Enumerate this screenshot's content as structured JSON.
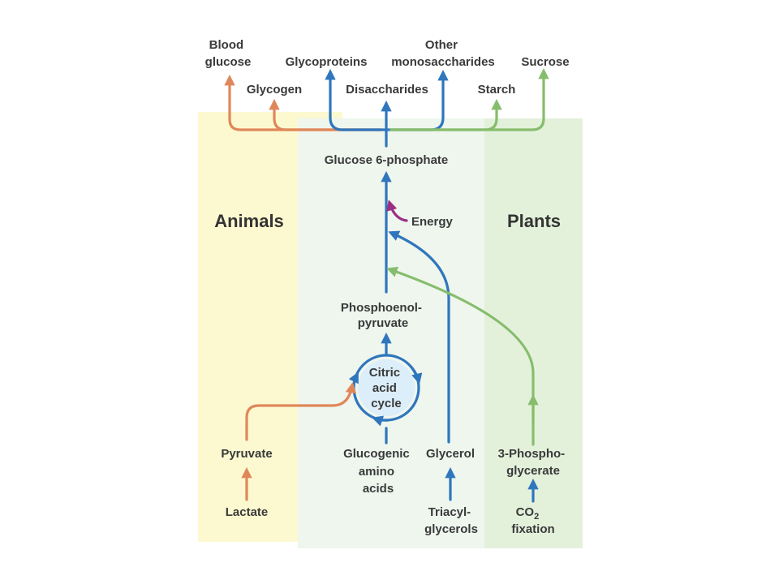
{
  "colors": {
    "animals_region": "#fcf9d0",
    "plants_region": "#e3f1db",
    "center_region": "#eef6ee",
    "orange": "#e0875a",
    "blue": "#2f76bd",
    "green": "#86bd6d",
    "purple": "#9b2f86"
  },
  "regions": {
    "animals": "Animals",
    "plants": "Plants"
  },
  "products": {
    "blood_glucose": [
      "Blood",
      "glucose"
    ],
    "glycoproteins": "Glycoproteins",
    "other_monosaccharides": [
      "Other",
      "monosaccharides"
    ],
    "sucrose": "Sucrose",
    "glycogen": "Glycogen",
    "disaccharides": "Disaccharides",
    "starch": "Starch"
  },
  "intermediates": {
    "glucose_6_phosphate": "Glucose 6-phosphate",
    "energy": "Energy",
    "phosphoenolpyruvate": [
      "Phosphoenol-",
      "pyruvate"
    ],
    "citric_acid_cycle": [
      "Citric",
      "acid",
      "cycle"
    ]
  },
  "sources": {
    "pyruvate": "Pyruvate",
    "lactate": "Lactate",
    "glucogenic_amino_acids": [
      "Glucogenic",
      "amino",
      "acids"
    ],
    "glycerol": "Glycerol",
    "triacylglycerols": [
      "Triacyl-",
      "glycerols"
    ],
    "three_phosphoglycerate": [
      "3-Phospho-",
      "glycerate"
    ],
    "co2_fixation": {
      "co": "CO",
      "sub": "2",
      "fixation": "fixation"
    }
  }
}
